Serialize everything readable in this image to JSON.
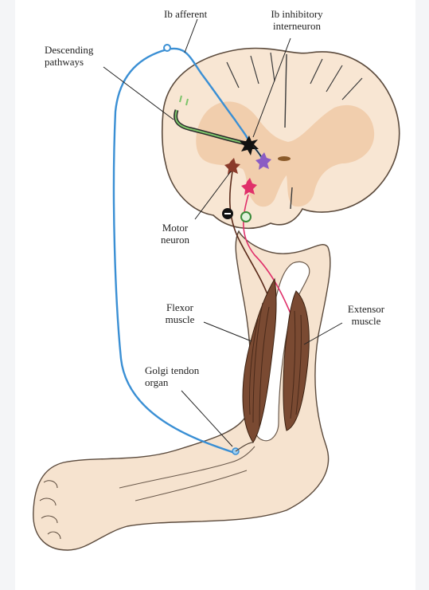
{
  "labels": {
    "ib_afferent": "Ib afferent",
    "ib_interneuron_l1": "Ib inhibitory",
    "ib_interneuron_l2": "interneuron",
    "descending_l1": "Descending",
    "descending_l2": "pathways",
    "motor_l1": "Motor",
    "motor_l2": "neuron",
    "flexor_l1": "Flexor",
    "flexor_l2": "muscle",
    "extensor_l1": "Extensor",
    "extensor_l2": "muscle",
    "golgi_l1": "Golgi tendon",
    "golgi_l2": "organ"
  },
  "colors": {
    "afferent": "#3a8fd4",
    "descending_inner": "#7cc46a",
    "descending_outer": "#2a2a2a",
    "motor_neuron": "#8a3a2a",
    "extensor_neuron": "#e0306a",
    "interneuron": "#8a5cc4",
    "skin": "#f6e3cf",
    "gray_matter": "#f0c9a6",
    "muscle": "#7a4a32"
  }
}
